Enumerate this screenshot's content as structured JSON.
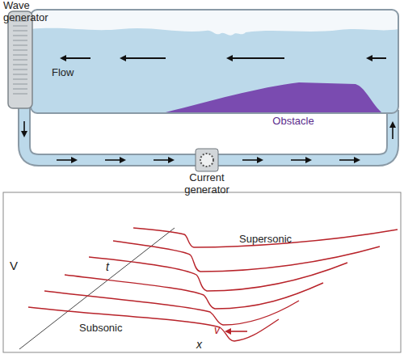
{
  "diagram": {
    "nodes": [
      {
        "text": [
          "Wave generator"
        ]
      },
      {
        "text": [
          "Obstacle"
        ]
      },
      {
        "text": [
          "Current generator"
        ]
      }
    ],
    "labels": [
      "Flow",
      "V",
      "t",
      "Supersonic",
      "Subsonic",
      "v",
      "x"
    ]
  }
}
